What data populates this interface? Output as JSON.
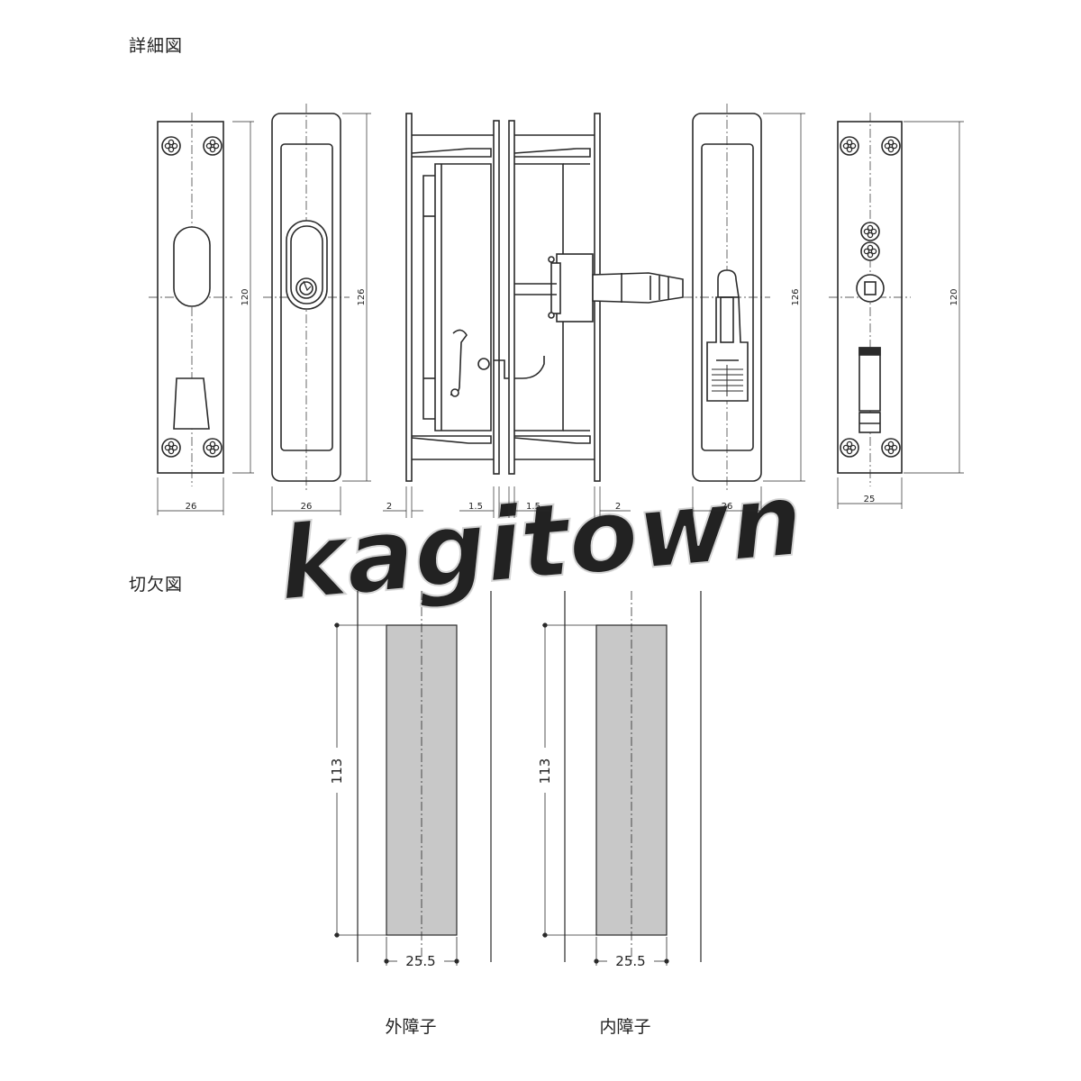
{
  "headings": {
    "detail": "詳細図",
    "cutout": "切欠図"
  },
  "watermark": "kagitown",
  "detail_dims": {
    "width_26": "26",
    "width_25": "25",
    "height_120": "120",
    "height_126": "126",
    "gap_2": "2",
    "gap_1_5": "1.5"
  },
  "cutout": {
    "height": "113",
    "width": "25.5",
    "outer_label": "外障子",
    "inner_label": "内障子"
  },
  "colors": {
    "line": "#2a2a2a",
    "cutout_fill": "#c8c8c8",
    "watermark": "#e6e6e6"
  }
}
